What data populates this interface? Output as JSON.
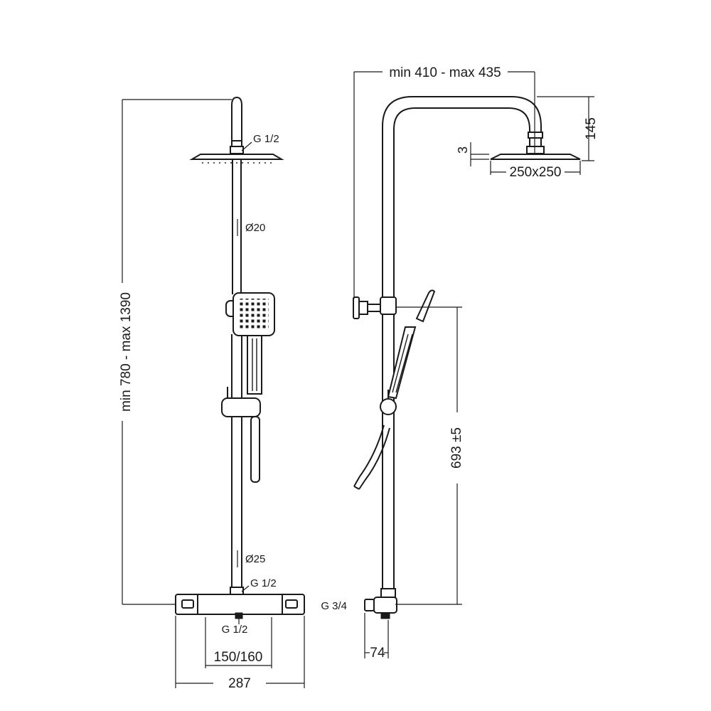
{
  "front_view": {
    "thread_top": "G 1/2",
    "pipe_upper_diameter": "Ø20",
    "pipe_lower_diameter": "Ø25",
    "thread_mixer_top": "G 1/2",
    "thread_mixer_bottom": "G 1/2",
    "total_height": "min 780 - max 1390",
    "inlet_centres": "150/160",
    "mixer_width": "287"
  },
  "side_view": {
    "arm_projection": "min 410 - max 435",
    "head_drop": "145",
    "head_thickness": "3",
    "head_size": "250x250",
    "inlet_thread": "G 3/4",
    "wall_offset": "74",
    "bracket_height": "693 ±5"
  }
}
